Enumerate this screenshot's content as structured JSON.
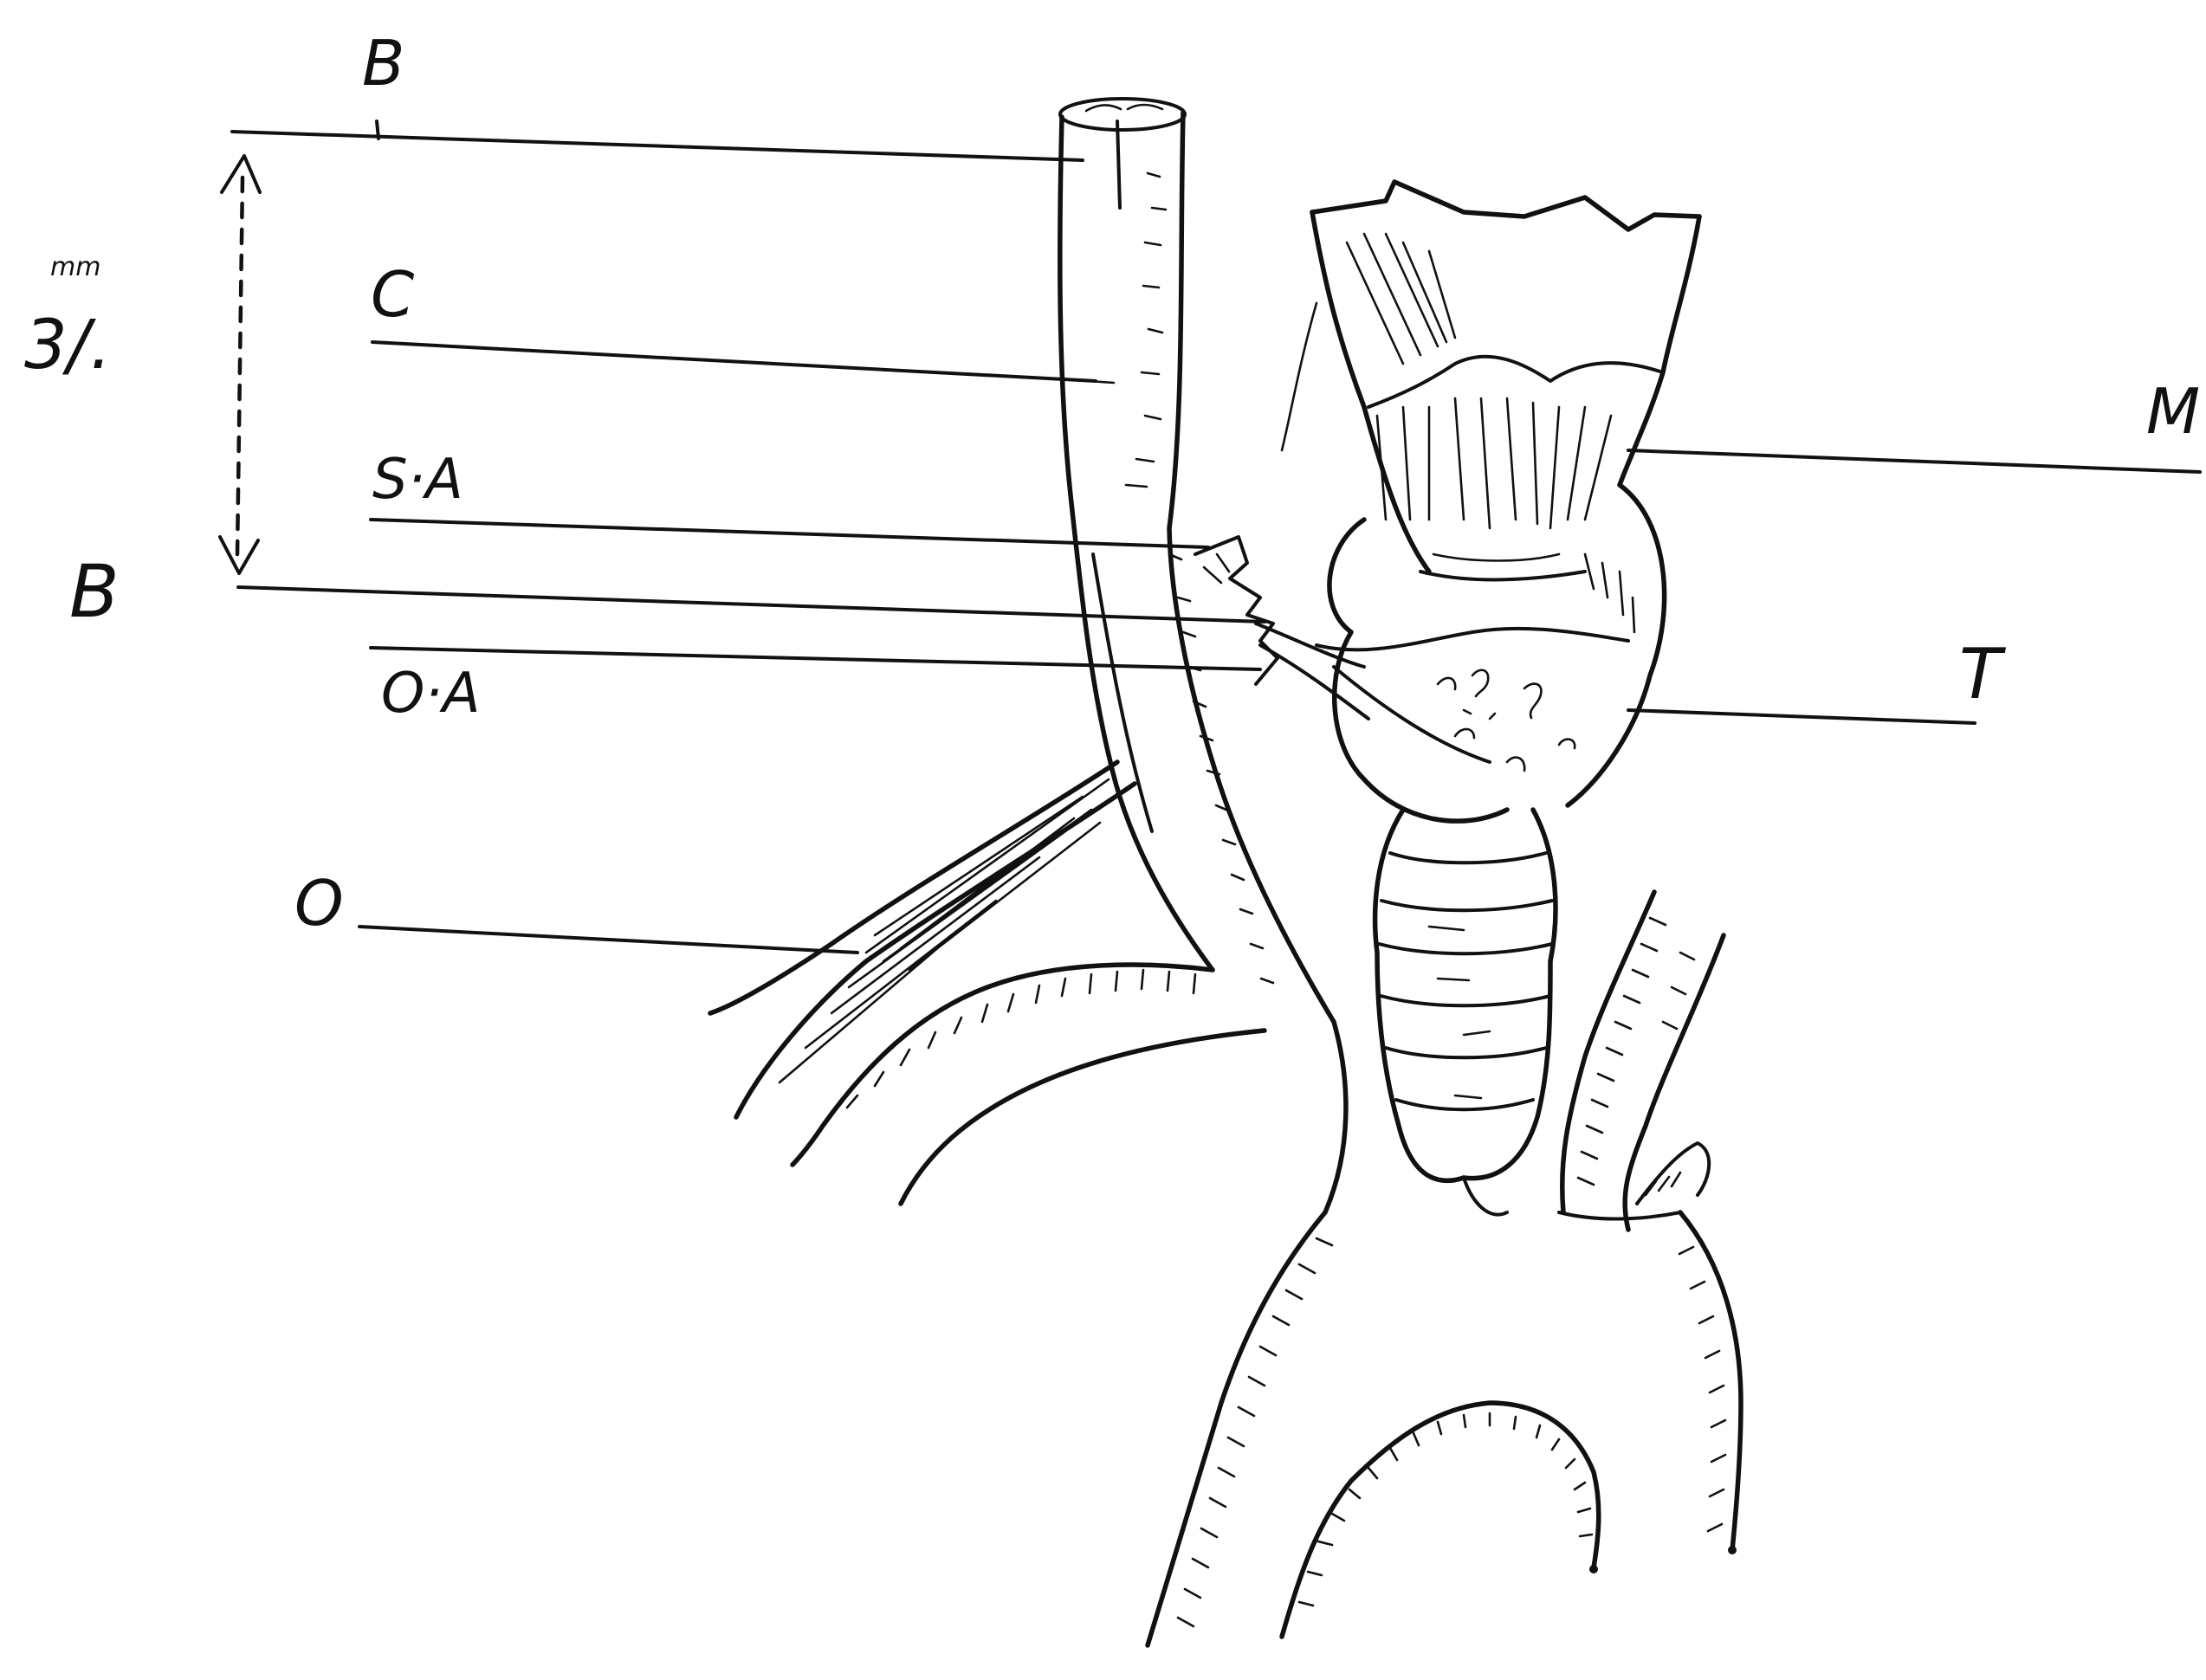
{
  "labels": {
    "B_top": "B",
    "C": "C",
    "SA": "S·A",
    "B_bottom": "B",
    "OA": "O·A",
    "O": "O",
    "M": "M",
    "T": "T",
    "measurement_value": "3/.",
    "measurement_unit": "mm"
  },
  "colors": {
    "ink": "#111111",
    "paper": "#ffffff"
  }
}
